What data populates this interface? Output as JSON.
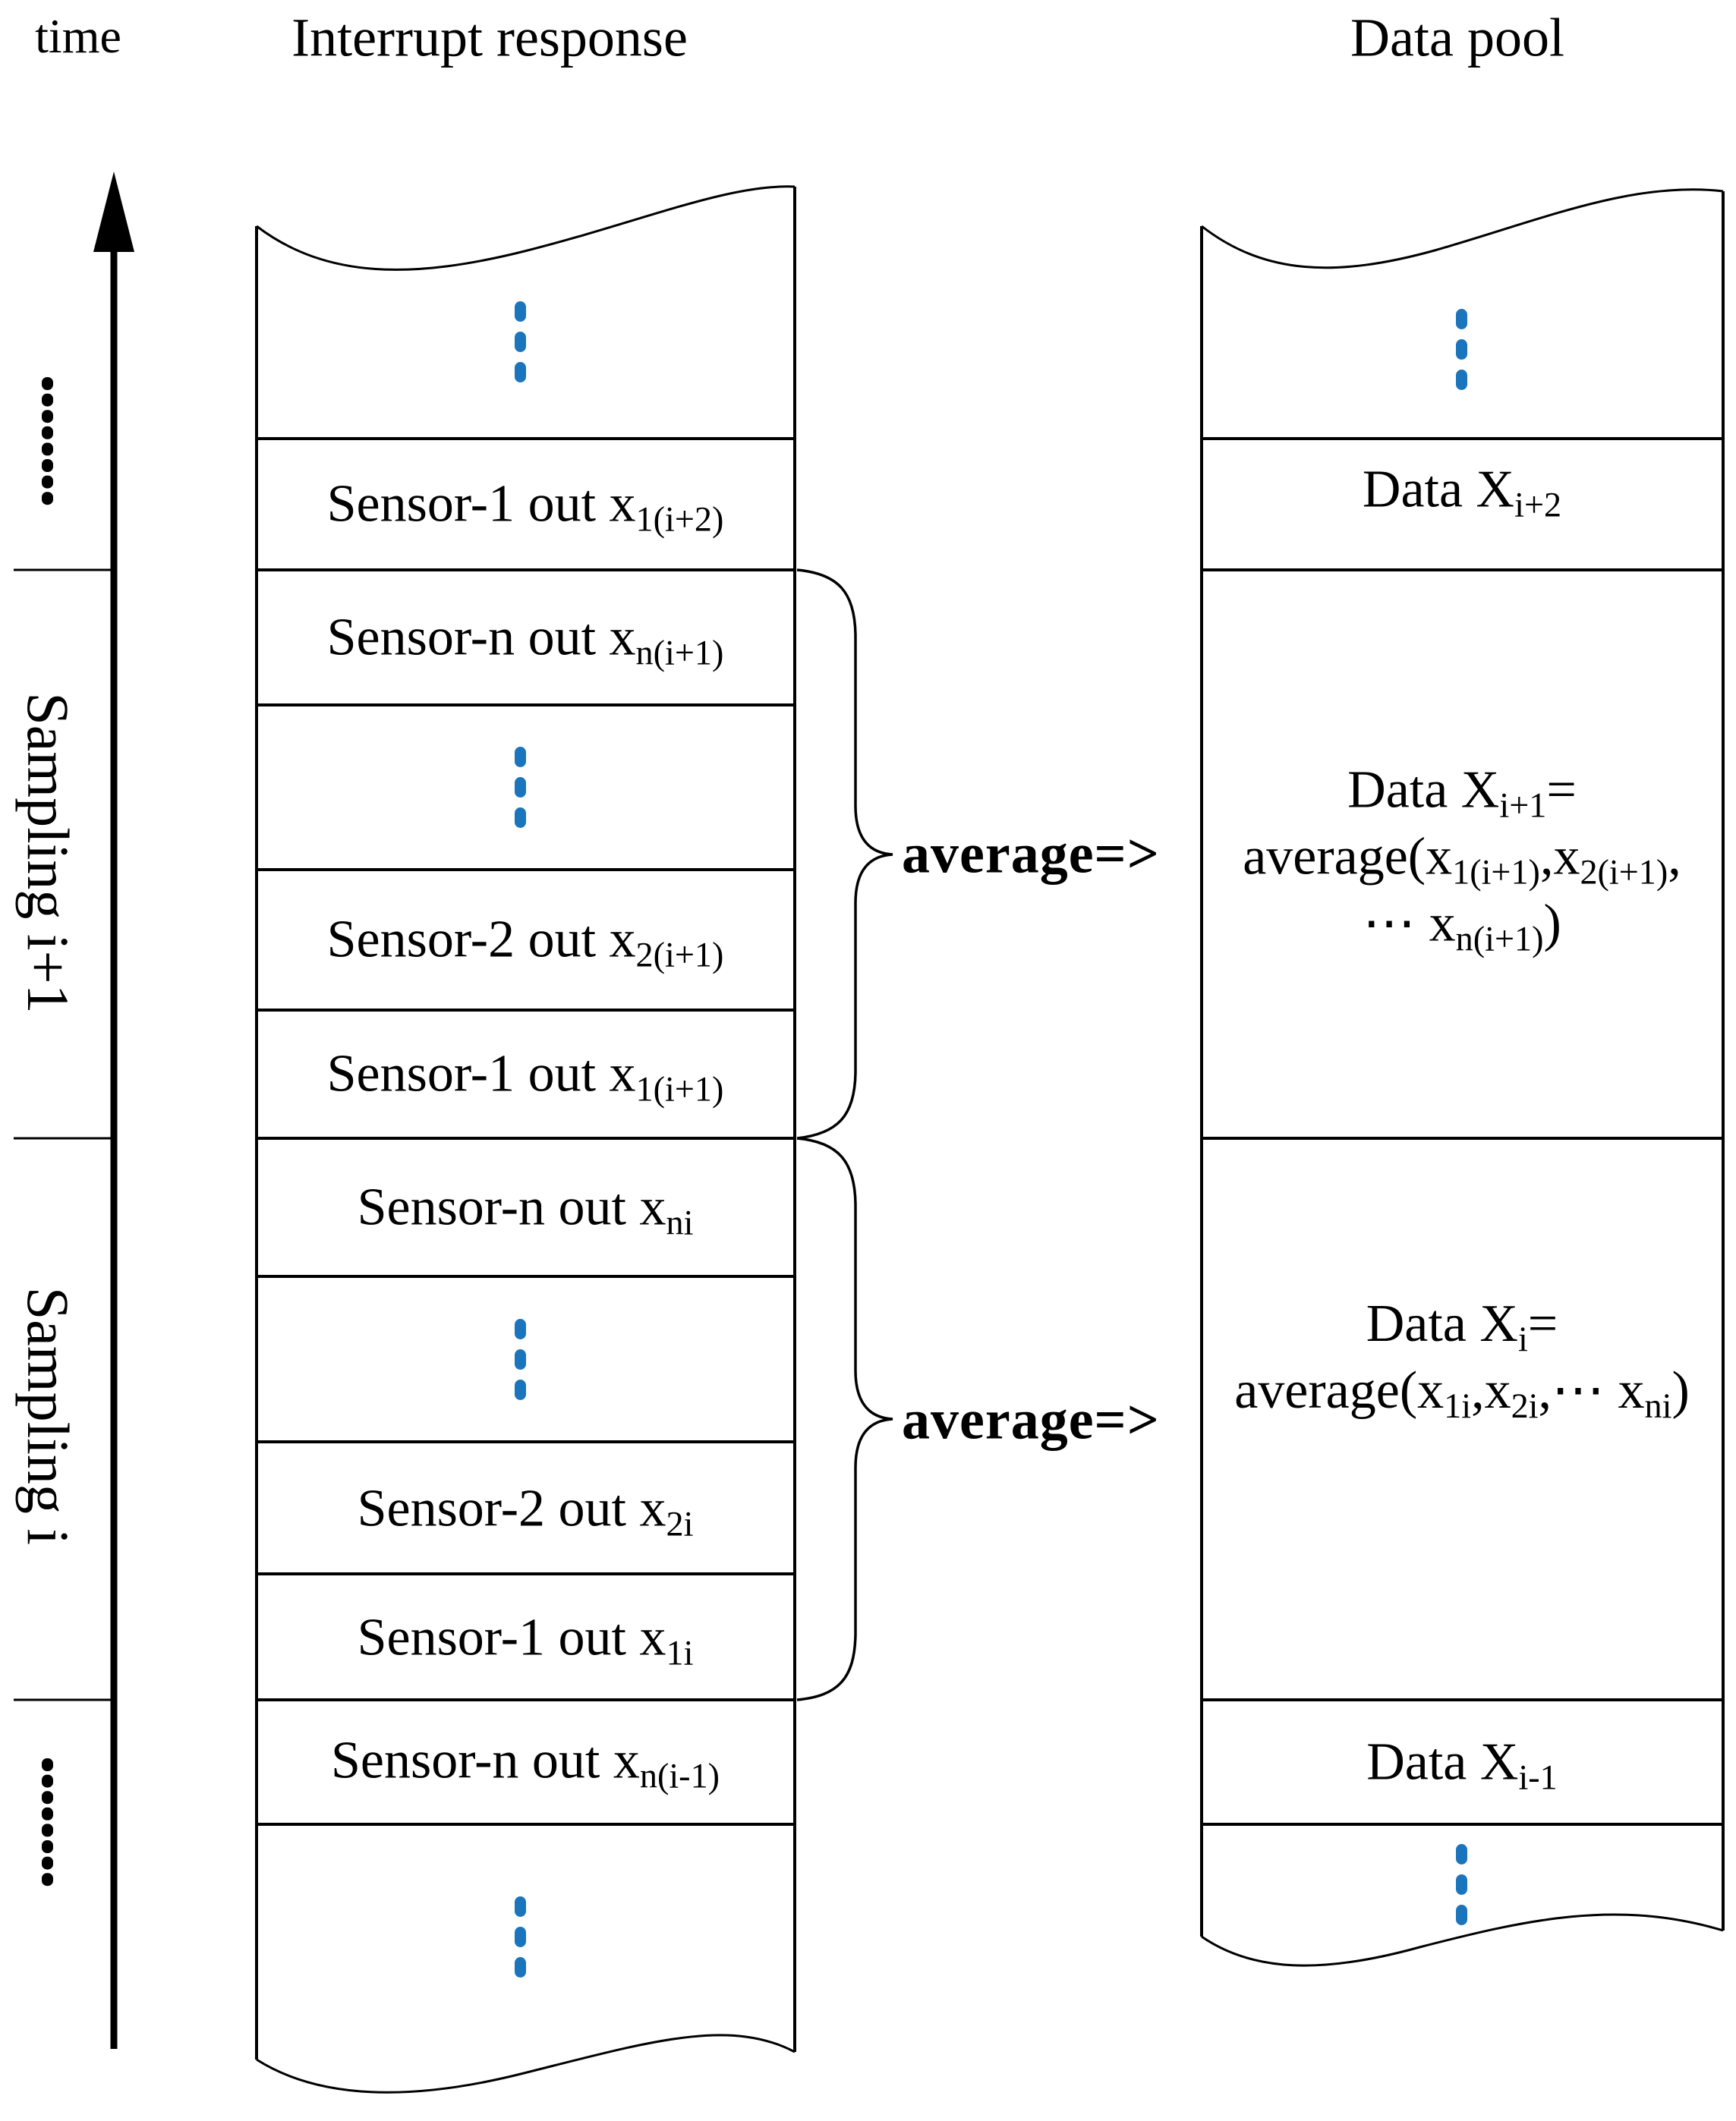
{
  "colors": {
    "dots_accent": "#1b75bc",
    "line": "#000000"
  },
  "headers": {
    "time": "time",
    "interrupt": "Interrupt response",
    "data_pool": "Data pool"
  },
  "sampling": {
    "upper_label": "Sampling i+1",
    "lower_label": "Sampling i"
  },
  "average": {
    "label_upper": "average=>",
    "label_lower": "average=>"
  },
  "icons": {
    "time_arrow": "up-arrow",
    "timeline_ellipsis": "vertical-dotted-ellipsis",
    "box_ellipsis": "vertical-blue-ellipsis",
    "brace": "right-curly-brace"
  },
  "interrupt": {
    "rows": [
      {
        "main": "Sensor-1 out x",
        "sub": "1(i+2)"
      },
      {
        "main": "Sensor-n out x",
        "sub": "n(i+1)"
      },
      {
        "main": "Sensor-2 out x",
        "sub": "2(i+1)"
      },
      {
        "main": "Sensor-1 out x",
        "sub": "1(i+1)"
      },
      {
        "main": "Sensor-n out x",
        "sub": "ni"
      },
      {
        "main": "Sensor-2 out x",
        "sub": "2i"
      },
      {
        "main": "Sensor-1 out x",
        "sub": "1i"
      },
      {
        "main": "Sensor-n out x",
        "sub": "n(i-1)"
      }
    ]
  },
  "pool": {
    "xi2": [
      {
        "t": "Data X"
      },
      {
        "s": "i+2"
      }
    ],
    "xi1_line1": [
      {
        "t": "Data X"
      },
      {
        "s": "i+1"
      },
      {
        "t": "="
      }
    ],
    "xi1_line2": [
      {
        "t": "average(x"
      },
      {
        "s": "1(i+1)"
      },
      {
        "t": ",x"
      },
      {
        "s": "2(i+1)"
      },
      {
        "t": ","
      }
    ],
    "xi1_line3": [
      {
        "t": "⋯ x"
      },
      {
        "s": "n(i+1)"
      },
      {
        "t": ")"
      }
    ],
    "xi_line1": [
      {
        "t": "Data X"
      },
      {
        "s": "i"
      },
      {
        "t": "="
      }
    ],
    "xi_line2": [
      {
        "t": "average(x"
      },
      {
        "s": "1i"
      },
      {
        "t": ",x"
      },
      {
        "s": "2i"
      },
      {
        "t": ",⋯ x"
      },
      {
        "s": "ni"
      },
      {
        "t": ")"
      }
    ],
    "xim1": [
      {
        "t": "Data X"
      },
      {
        "s": "i-1"
      }
    ]
  }
}
